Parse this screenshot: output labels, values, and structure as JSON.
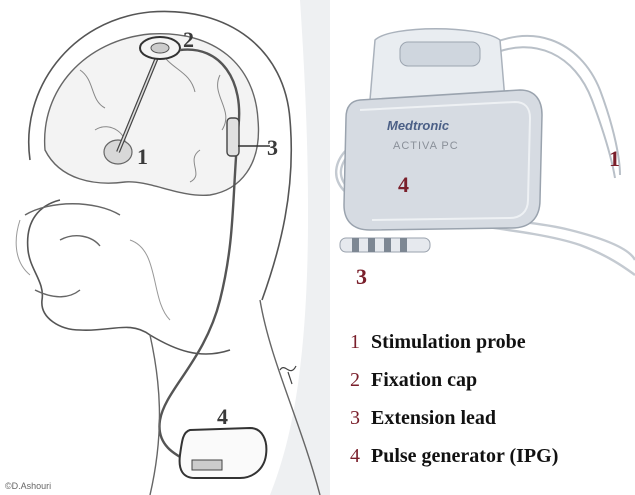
{
  "colors": {
    "number_dark": "#3a3a3a",
    "number_red": "#7a1f2b",
    "legend_text": "#111111",
    "device_fill": "#d6dbe2",
    "sketch_line": "#555555"
  },
  "illustration": {
    "callouts": [
      "1",
      "2",
      "3",
      "4"
    ],
    "credit": "©D.Ashouri"
  },
  "device": {
    "brand": "Medtronic",
    "model": "ACTIVA PC",
    "callouts": [
      "1",
      "3",
      "4"
    ]
  },
  "legend": [
    {
      "num": "1",
      "label": "Stimulation probe"
    },
    {
      "num": "2",
      "label": "Fixation cap"
    },
    {
      "num": "3",
      "label": "Extension lead"
    },
    {
      "num": "4",
      "label": "Pulse generator (IPG)"
    }
  ]
}
